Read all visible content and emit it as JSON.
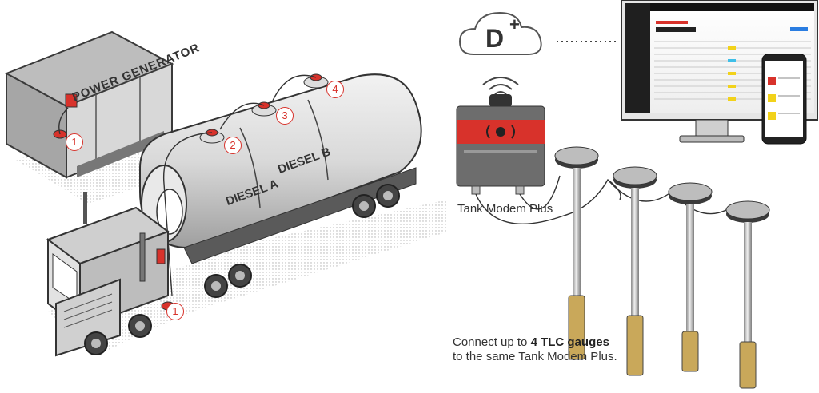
{
  "scene": {
    "generator_label": "POWER GENERATOR",
    "tank_label_a": "DIESEL A",
    "tank_label_b": "DIESEL B",
    "badges": [
      "1",
      "2",
      "3",
      "4",
      "1"
    ]
  },
  "cloud": {
    "logo_text": "D",
    "plus": "+"
  },
  "modem": {
    "label": "Tank Modem Plus"
  },
  "connect": {
    "line1_prefix": "Connect up to ",
    "line1_bold": "4 TLC gauges",
    "line2": "to the same Tank Modem Plus."
  },
  "colors": {
    "accent": "#d8322b",
    "ink": "#333333",
    "metal": "#cfcfcf"
  },
  "icons": [
    "cloud-icon",
    "wifi-signal-icon",
    "monitor-icon",
    "phone-icon"
  ]
}
